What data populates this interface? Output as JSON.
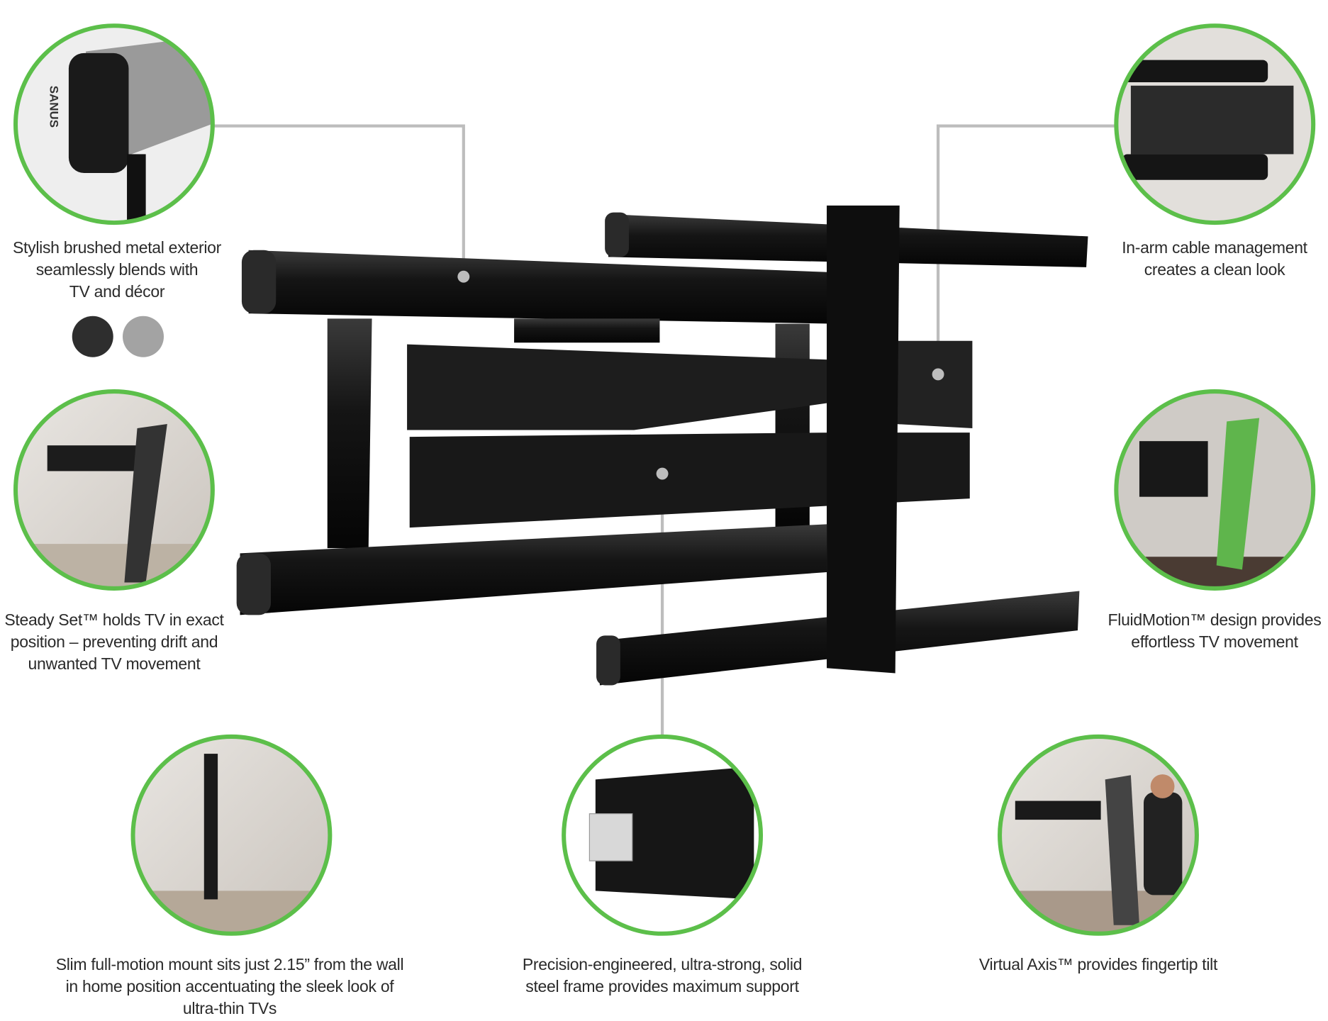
{
  "features": [
    {
      "id": "brushed-metal",
      "lines": [
        "Stylish brushed metal exterior",
        "seamlessly blends with",
        "TV and décor"
      ]
    },
    {
      "id": "cable-management",
      "lines": [
        "In-arm cable management",
        "creates a clean look"
      ]
    },
    {
      "id": "steady-set",
      "lines": [
        "Steady Set™ holds TV in exact",
        "position – preventing drift and",
        "unwanted TV movement"
      ]
    },
    {
      "id": "fluidmotion",
      "lines": [
        "FluidMotion™ design provides",
        "effortless TV movement"
      ]
    },
    {
      "id": "slim-profile",
      "lines": [
        "Slim full-motion mount sits just 2.15” from the wall",
        "in home position accentuating the sleek look of",
        "ultra-thin TVs"
      ]
    },
    {
      "id": "steel-frame",
      "lines": [
        "Precision-engineered, ultra-strong, solid",
        "steel frame provides maximum support"
      ]
    },
    {
      "id": "virtual-axis",
      "lines": [
        "Virtual Axis™ provides fingertip tilt"
      ]
    }
  ],
  "finish_swatches": [
    {
      "name": "black",
      "color": "#2e2e2e"
    },
    {
      "name": "silver",
      "color": "#a3a3a3"
    }
  ],
  "brand_logo_text": "SANUS",
  "colors": {
    "ring": "#5cbf4a",
    "leader": "#bdbdbd",
    "mount": "#151515"
  }
}
